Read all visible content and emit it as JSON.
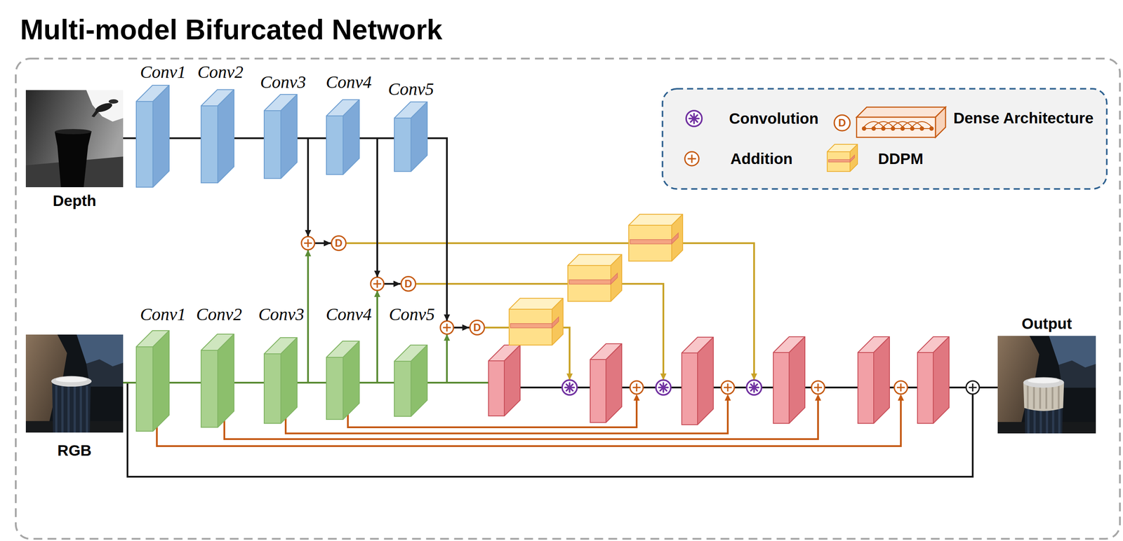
{
  "diagram": {
    "title": "Multi-model Bifurcated Network",
    "nodes": [
      {
        "text": [
          "Depth"
        ]
      },
      {
        "text": [
          "Conv1"
        ]
      },
      {
        "text": [
          "Conv2"
        ]
      },
      {
        "text": [
          "Conv3"
        ]
      },
      {
        "text": [
          "Conv4"
        ]
      },
      {
        "text": [
          "Conv5"
        ]
      },
      {
        "text": [
          "D"
        ]
      },
      {
        "text": [
          "D"
        ]
      },
      {
        "text": [
          "D"
        ]
      },
      {
        "text": [
          "RGB"
        ]
      },
      {
        "text": [
          "Conv1"
        ]
      },
      {
        "text": [
          "Conv2"
        ]
      },
      {
        "text": [
          "Conv3"
        ]
      },
      {
        "text": [
          "Conv4"
        ]
      },
      {
        "text": [
          "Conv5"
        ]
      },
      {
        "text": [
          "Output"
        ]
      }
    ],
    "edges": [
      {
        "from": 0,
        "to": 1,
        "arrow": "none"
      },
      {
        "from": 1,
        "to": 2,
        "arrow": "none"
      },
      {
        "from": 2,
        "to": 3,
        "arrow": "none"
      },
      {
        "from": 3,
        "to": 4,
        "arrow": "none"
      },
      {
        "from": 4,
        "to": 5,
        "arrow": "none"
      },
      {
        "from": 9,
        "to": 10,
        "arrow": "none"
      },
      {
        "from": 10,
        "to": 11,
        "arrow": "none"
      },
      {
        "from": 11,
        "to": 12,
        "arrow": "none"
      },
      {
        "from": 12,
        "to": 13,
        "arrow": "none"
      },
      {
        "from": 13,
        "to": 14,
        "arrow": "none"
      },
      {
        "from": 12,
        "to": 6,
        "arrow": "to"
      },
      {
        "from": 13,
        "to": 7,
        "arrow": "to"
      },
      {
        "from": 14,
        "to": 8,
        "arrow": "to"
      },
      {
        "from": 3,
        "to": 6,
        "arrow": "to"
      },
      {
        "from": 4,
        "to": 7,
        "arrow": "to"
      },
      {
        "from": 5,
        "to": 8,
        "arrow": "to"
      }
    ],
    "labels": [
      "D"
    ],
    "legend": [
      {
        "text": "Convolution"
      },
      {
        "text": "Dense Architecture"
      },
      {
        "text": "Addition"
      },
      {
        "text": "DDPM"
      }
    ]
  }
}
